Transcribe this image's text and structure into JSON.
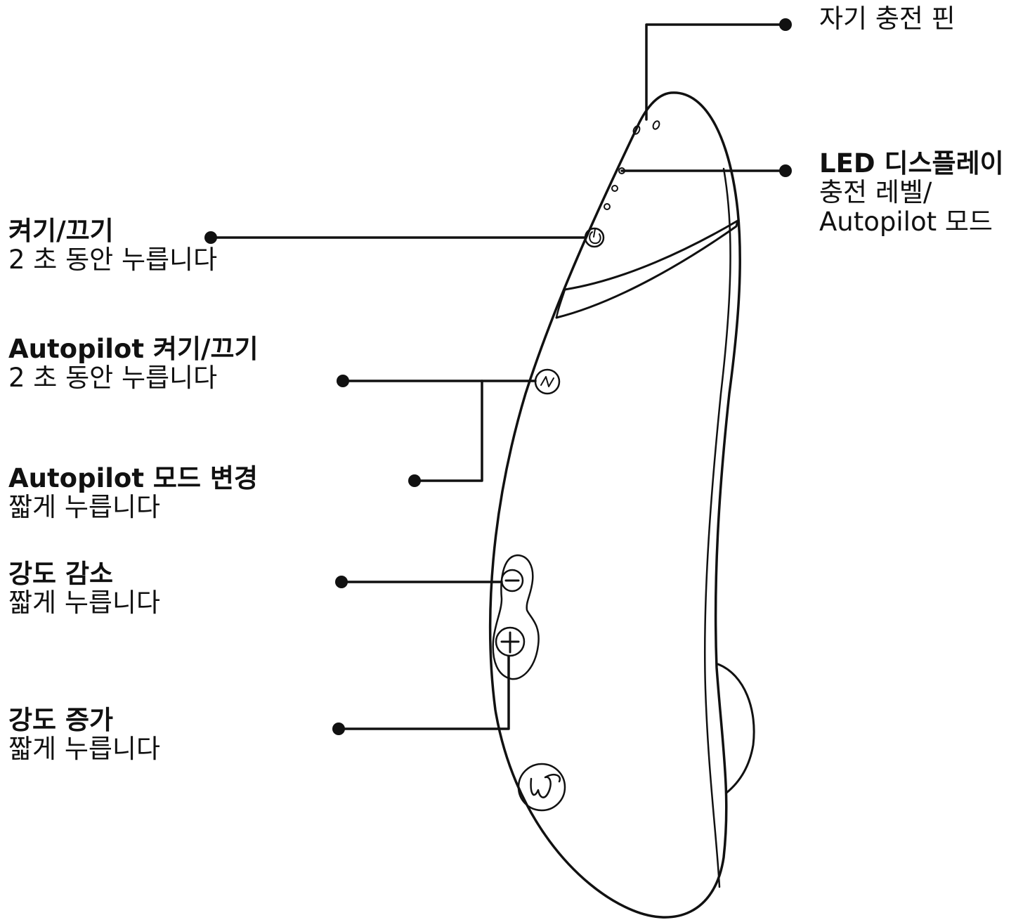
{
  "labels": {
    "charging_pins": {
      "title": "자기 충전 핀"
    },
    "led_display": {
      "title": "LED 디스플레이",
      "line1": "충전 레벨/",
      "line2": "Autopilot 모드"
    },
    "power": {
      "title": "켜기/끄기",
      "desc": "2 초 동안 누릅니다"
    },
    "autopilot_toggle": {
      "title": "Autopilot 켜기/끄기",
      "desc": "2 초 동안 누릅니다"
    },
    "autopilot_mode": {
      "title": "Autopilot 모드 변경",
      "desc": "짧게 누릅니다"
    },
    "intensity_down": {
      "title": "강도 감소",
      "desc": "짧게 누릅니다"
    },
    "intensity_up": {
      "title": "강도 증가",
      "desc": "짧게 누릅니다"
    }
  },
  "colors": {
    "line": "#111111",
    "background": "#ffffff"
  },
  "icons": [
    "power-icon",
    "autopilot-icon",
    "minus-icon",
    "plus-icon",
    "brand-logo-icon"
  ]
}
